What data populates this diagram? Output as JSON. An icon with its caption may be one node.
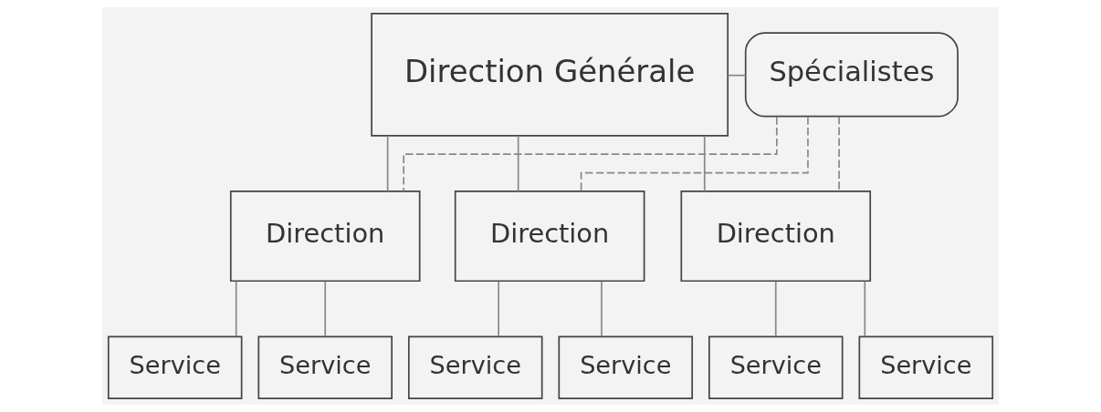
{
  "diagram": {
    "nodes": [
      {
        "text": [
          "Direction Générale"
        ]
      },
      {
        "text": [
          "Spécialistes"
        ]
      },
      {
        "text": [
          "Direction"
        ]
      },
      {
        "text": [
          "Direction"
        ]
      },
      {
        "text": [
          "Direction"
        ]
      },
      {
        "text": [
          "Service"
        ]
      },
      {
        "text": [
          "Service"
        ]
      },
      {
        "text": [
          "Service"
        ]
      },
      {
        "text": [
          "Service"
        ]
      },
      {
        "text": [
          "Service"
        ]
      },
      {
        "text": [
          "Service"
        ]
      }
    ],
    "edges": [
      {
        "from": 0,
        "to": 1,
        "arrow": "none"
      },
      {
        "from": 0,
        "to": 2,
        "arrow": "none"
      },
      {
        "from": 0,
        "to": 3,
        "arrow": "none"
      },
      {
        "from": 0,
        "to": 4,
        "arrow": "none"
      },
      {
        "from": 1,
        "to": 2,
        "arrow": "none",
        "style": "dashed"
      },
      {
        "from": 1,
        "to": 3,
        "arrow": "none",
        "style": "dashed"
      },
      {
        "from": 1,
        "to": 4,
        "arrow": "none",
        "style": "dashed"
      },
      {
        "from": 2,
        "to": 5,
        "arrow": "none"
      },
      {
        "from": 2,
        "to": 6,
        "arrow": "none"
      },
      {
        "from": 3,
        "to": 7,
        "arrow": "none"
      },
      {
        "from": 3,
        "to": 8,
        "arrow": "none"
      },
      {
        "from": 4,
        "to": 9,
        "arrow": "none"
      },
      {
        "from": 4,
        "to": 10,
        "arrow": "none"
      }
    ]
  }
}
